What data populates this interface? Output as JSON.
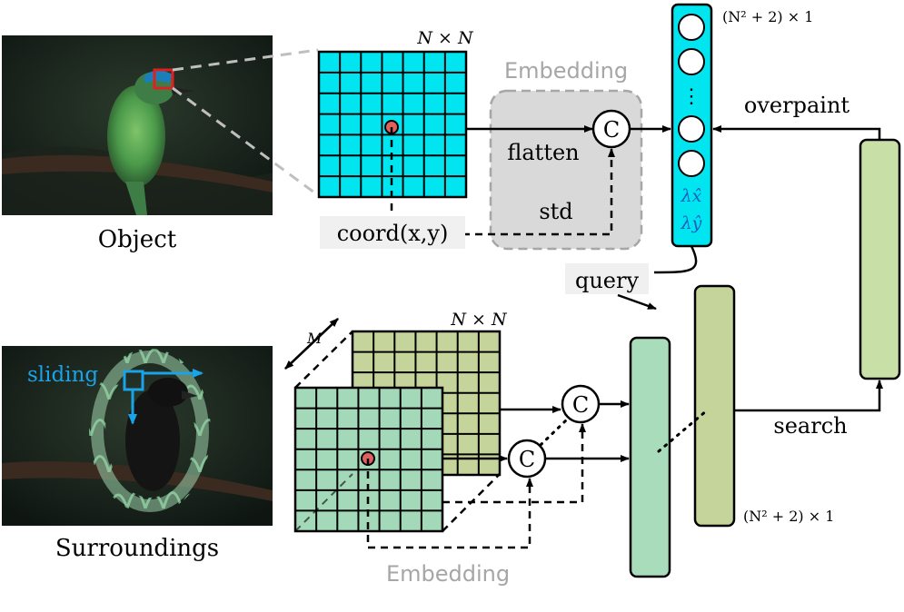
{
  "object_panel": {
    "caption": "Object"
  },
  "surroundings_panel": {
    "caption": "Surroundings",
    "sliding_label": "sliding"
  },
  "top_branch": {
    "grid_label": "N × N",
    "embedding_label": "Embedding",
    "flatten_label": "flatten",
    "std_label": "std",
    "coord_label": "coord(x,y)",
    "concat_symbol": "C",
    "vector_dim_label": "(N² + 2) × 1",
    "lambda_x_label": "λx̂",
    "lambda_y_label": "λŷ",
    "vector_dots": "⋮",
    "overpaint_label": "overpaint",
    "query_label": "query"
  },
  "bottom_branch": {
    "grid_label": "N × N",
    "depth_label": "M",
    "embedding_label": "Embedding",
    "concat_symbol": "C",
    "search_label": "search",
    "vector_dim_label": "(N² + 2) × 1"
  },
  "colors": {
    "cyan_grid": "#00e5f0",
    "green_grid_front": "#a3d9b8",
    "green_grid_back": "#c5d49a",
    "embedding_box": "#d9d9d9",
    "embedding_text": "#a6a6a6",
    "bar_light_green": "#c8e0a8",
    "bar_teal": "#a8dcbb",
    "bar_olive": "#c5d49a",
    "sliding_blue": "#1aa3e8",
    "red_marker": "#e02020",
    "dot_red": "#e06060"
  }
}
